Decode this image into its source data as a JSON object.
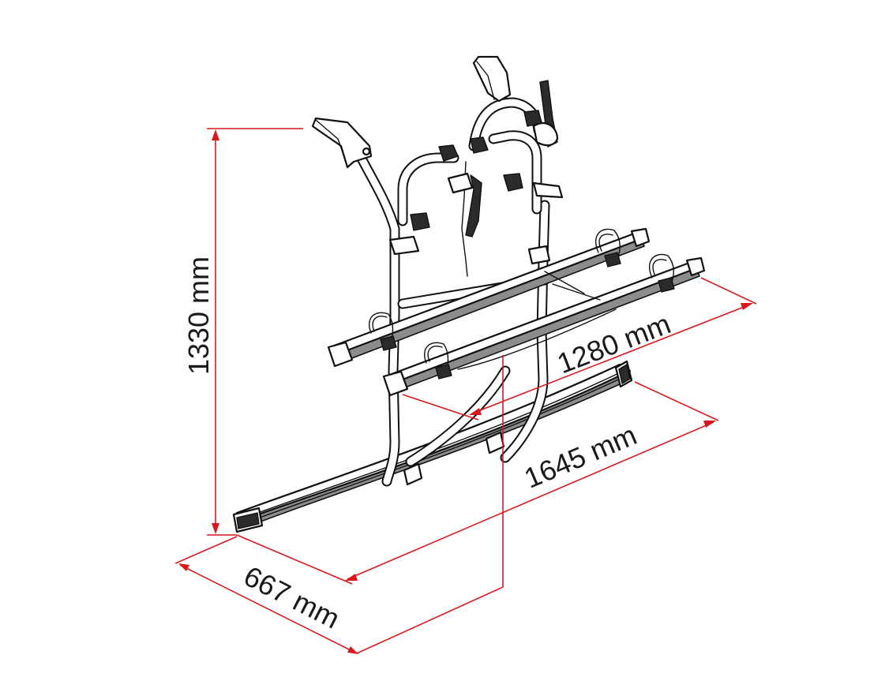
{
  "dimensions": {
    "height": "1330 mm",
    "rail_width": "1280 mm",
    "base_width": "1645 mm",
    "depth": "667 mm"
  },
  "colors": {
    "dimension_line": "#d7191f",
    "outline": "#111111",
    "rail_shade": "#8c8c8c"
  }
}
